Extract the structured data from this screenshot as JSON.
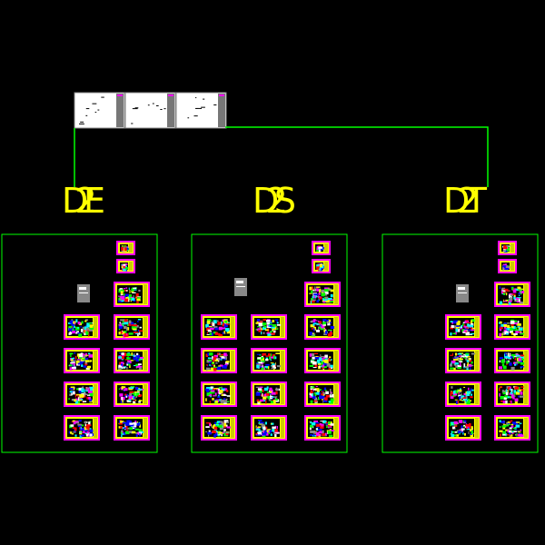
{
  "colors": {
    "background": "#000000",
    "frame": "#00ff00",
    "label": "#ffff00",
    "sheet_border": "#ff00ff",
    "sheet_fill": "#ffff00"
  },
  "groups": [
    {
      "label": "D2E",
      "grid_columns": 2,
      "grid_rows": 4
    },
    {
      "label": "D2S",
      "grid_columns": 3,
      "grid_rows": 4
    },
    {
      "label": "D2T",
      "grid_columns": 2,
      "grid_rows": 4
    }
  ],
  "index_sheets": 3
}
